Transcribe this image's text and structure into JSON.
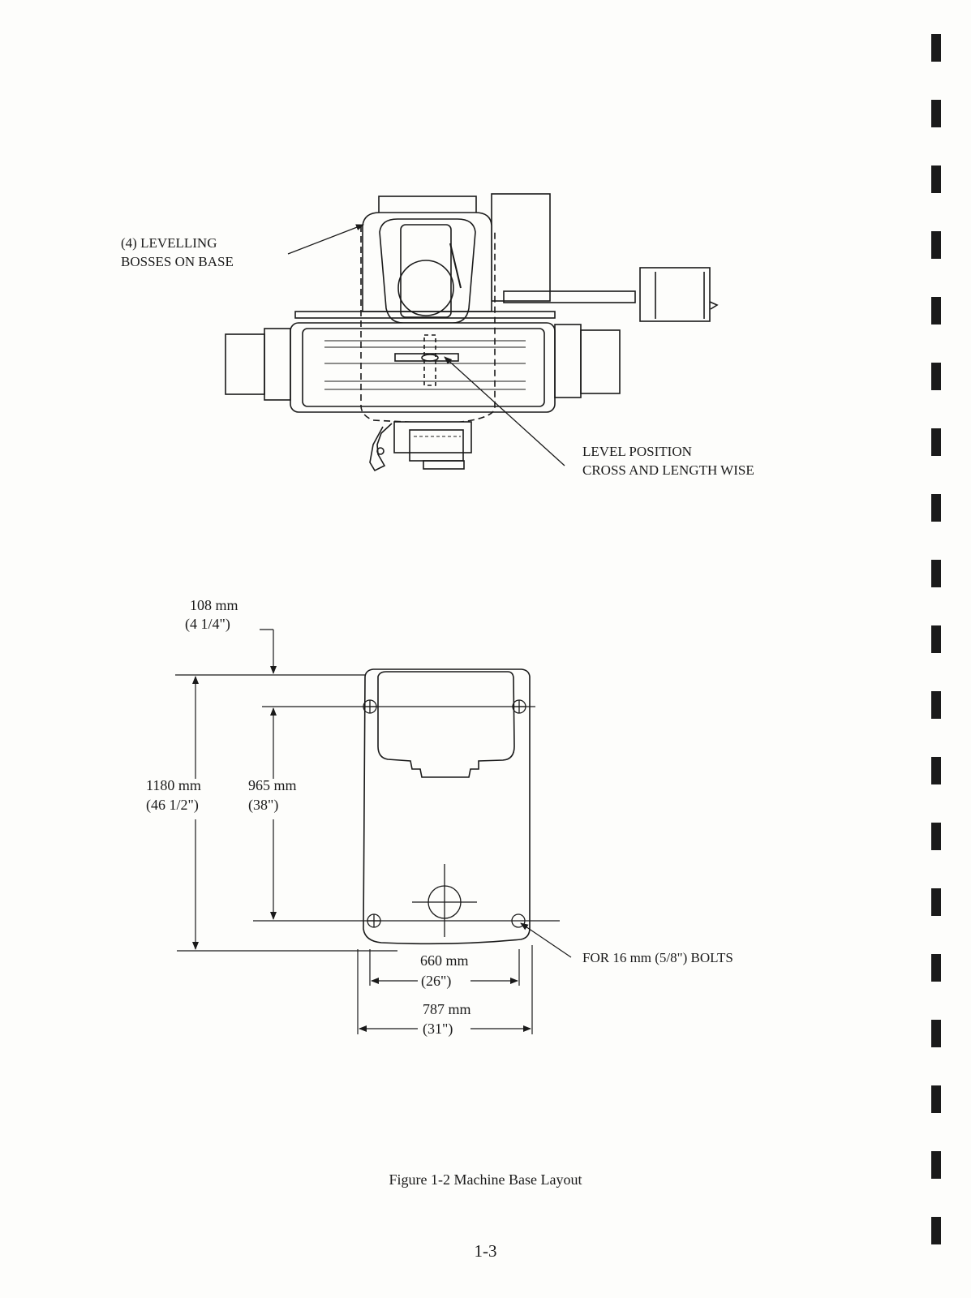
{
  "top_figure": {
    "callout_bosses": [
      "(4) LEVELLING",
      "BOSSES ON BASE"
    ],
    "callout_level": [
      "LEVEL POSITION",
      "CROSS AND LENGTH WISE"
    ]
  },
  "base_layout": {
    "dim_108": [
      "108 mm",
      "(4 1/4\")"
    ],
    "dim_1180": [
      "1180 mm",
      "(46 1/2\")"
    ],
    "dim_965": [
      "965 mm",
      "(38\")"
    ],
    "dim_660": [
      "660 mm",
      "(26\")"
    ],
    "dim_787": [
      "787 mm",
      "(31\")"
    ],
    "bolts_note": "FOR 16 mm (5/8\") BOLTS"
  },
  "caption": "Figure 1-2 Machine Base Layout",
  "page_number": "1-3",
  "colors": {
    "ink": "#1a1a1a",
    "paper": "#fdfdfb"
  },
  "margin_marks_count": 19
}
